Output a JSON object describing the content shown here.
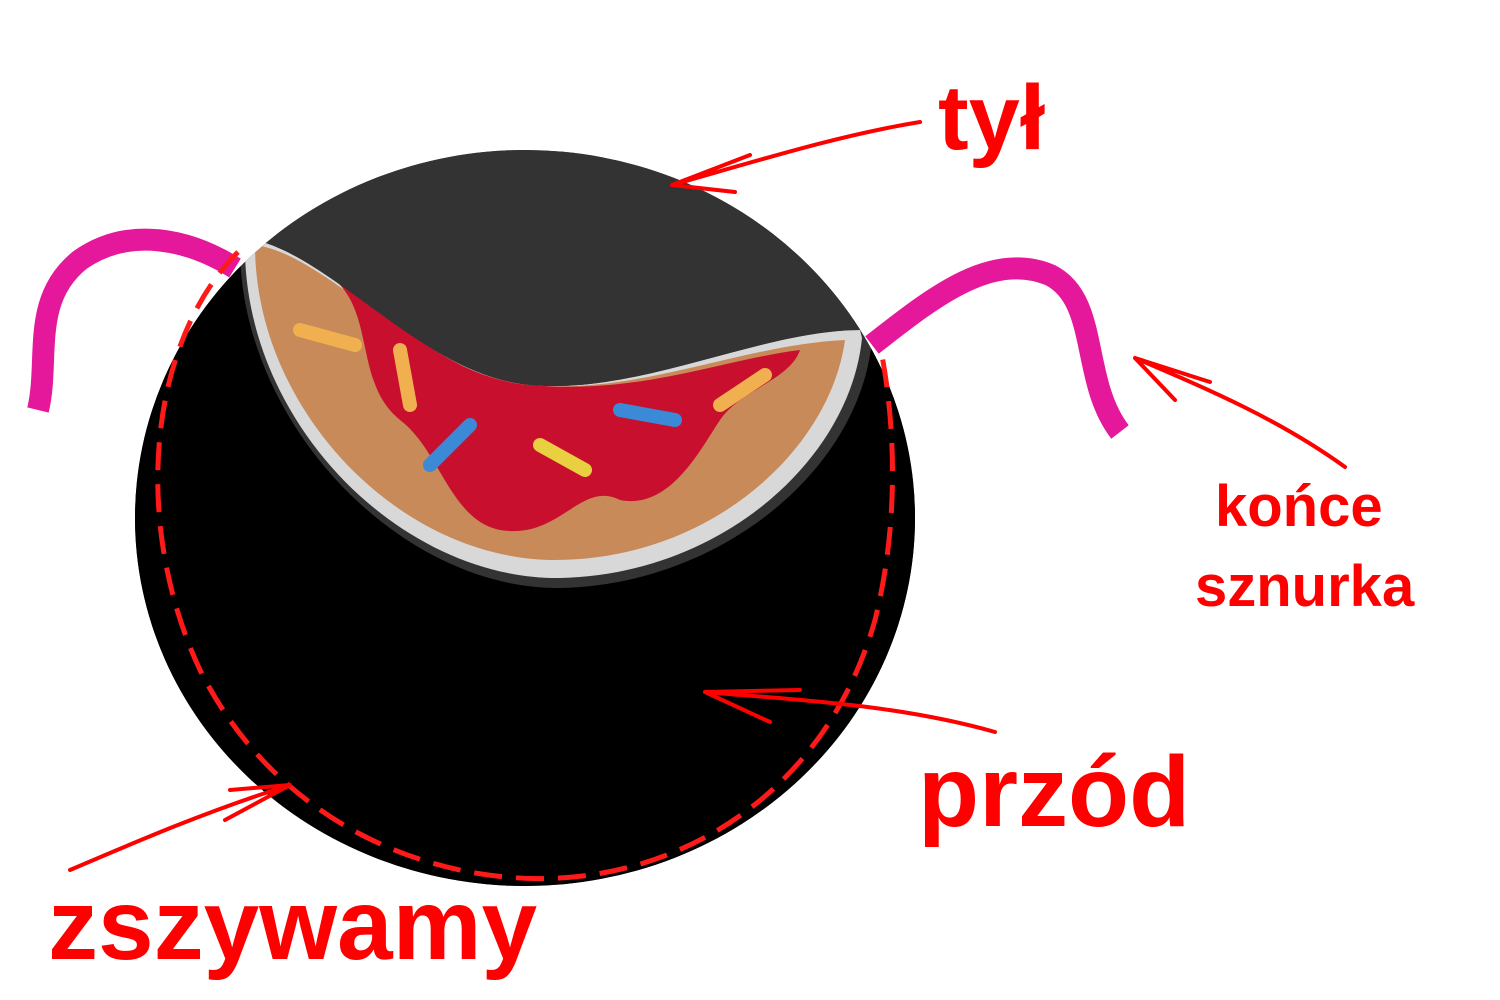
{
  "labels": {
    "back": "tył",
    "string_ends_line1": "końce",
    "string_ends_line2": "sznurka",
    "front": "przód",
    "sew": "zszywamy"
  },
  "colors": {
    "annotation": "#ff0000",
    "front": "#000000",
    "back": "#333333",
    "string": "#e5179a",
    "donut_dough": "#c98a5a",
    "donut_icing": "#c8102e"
  }
}
